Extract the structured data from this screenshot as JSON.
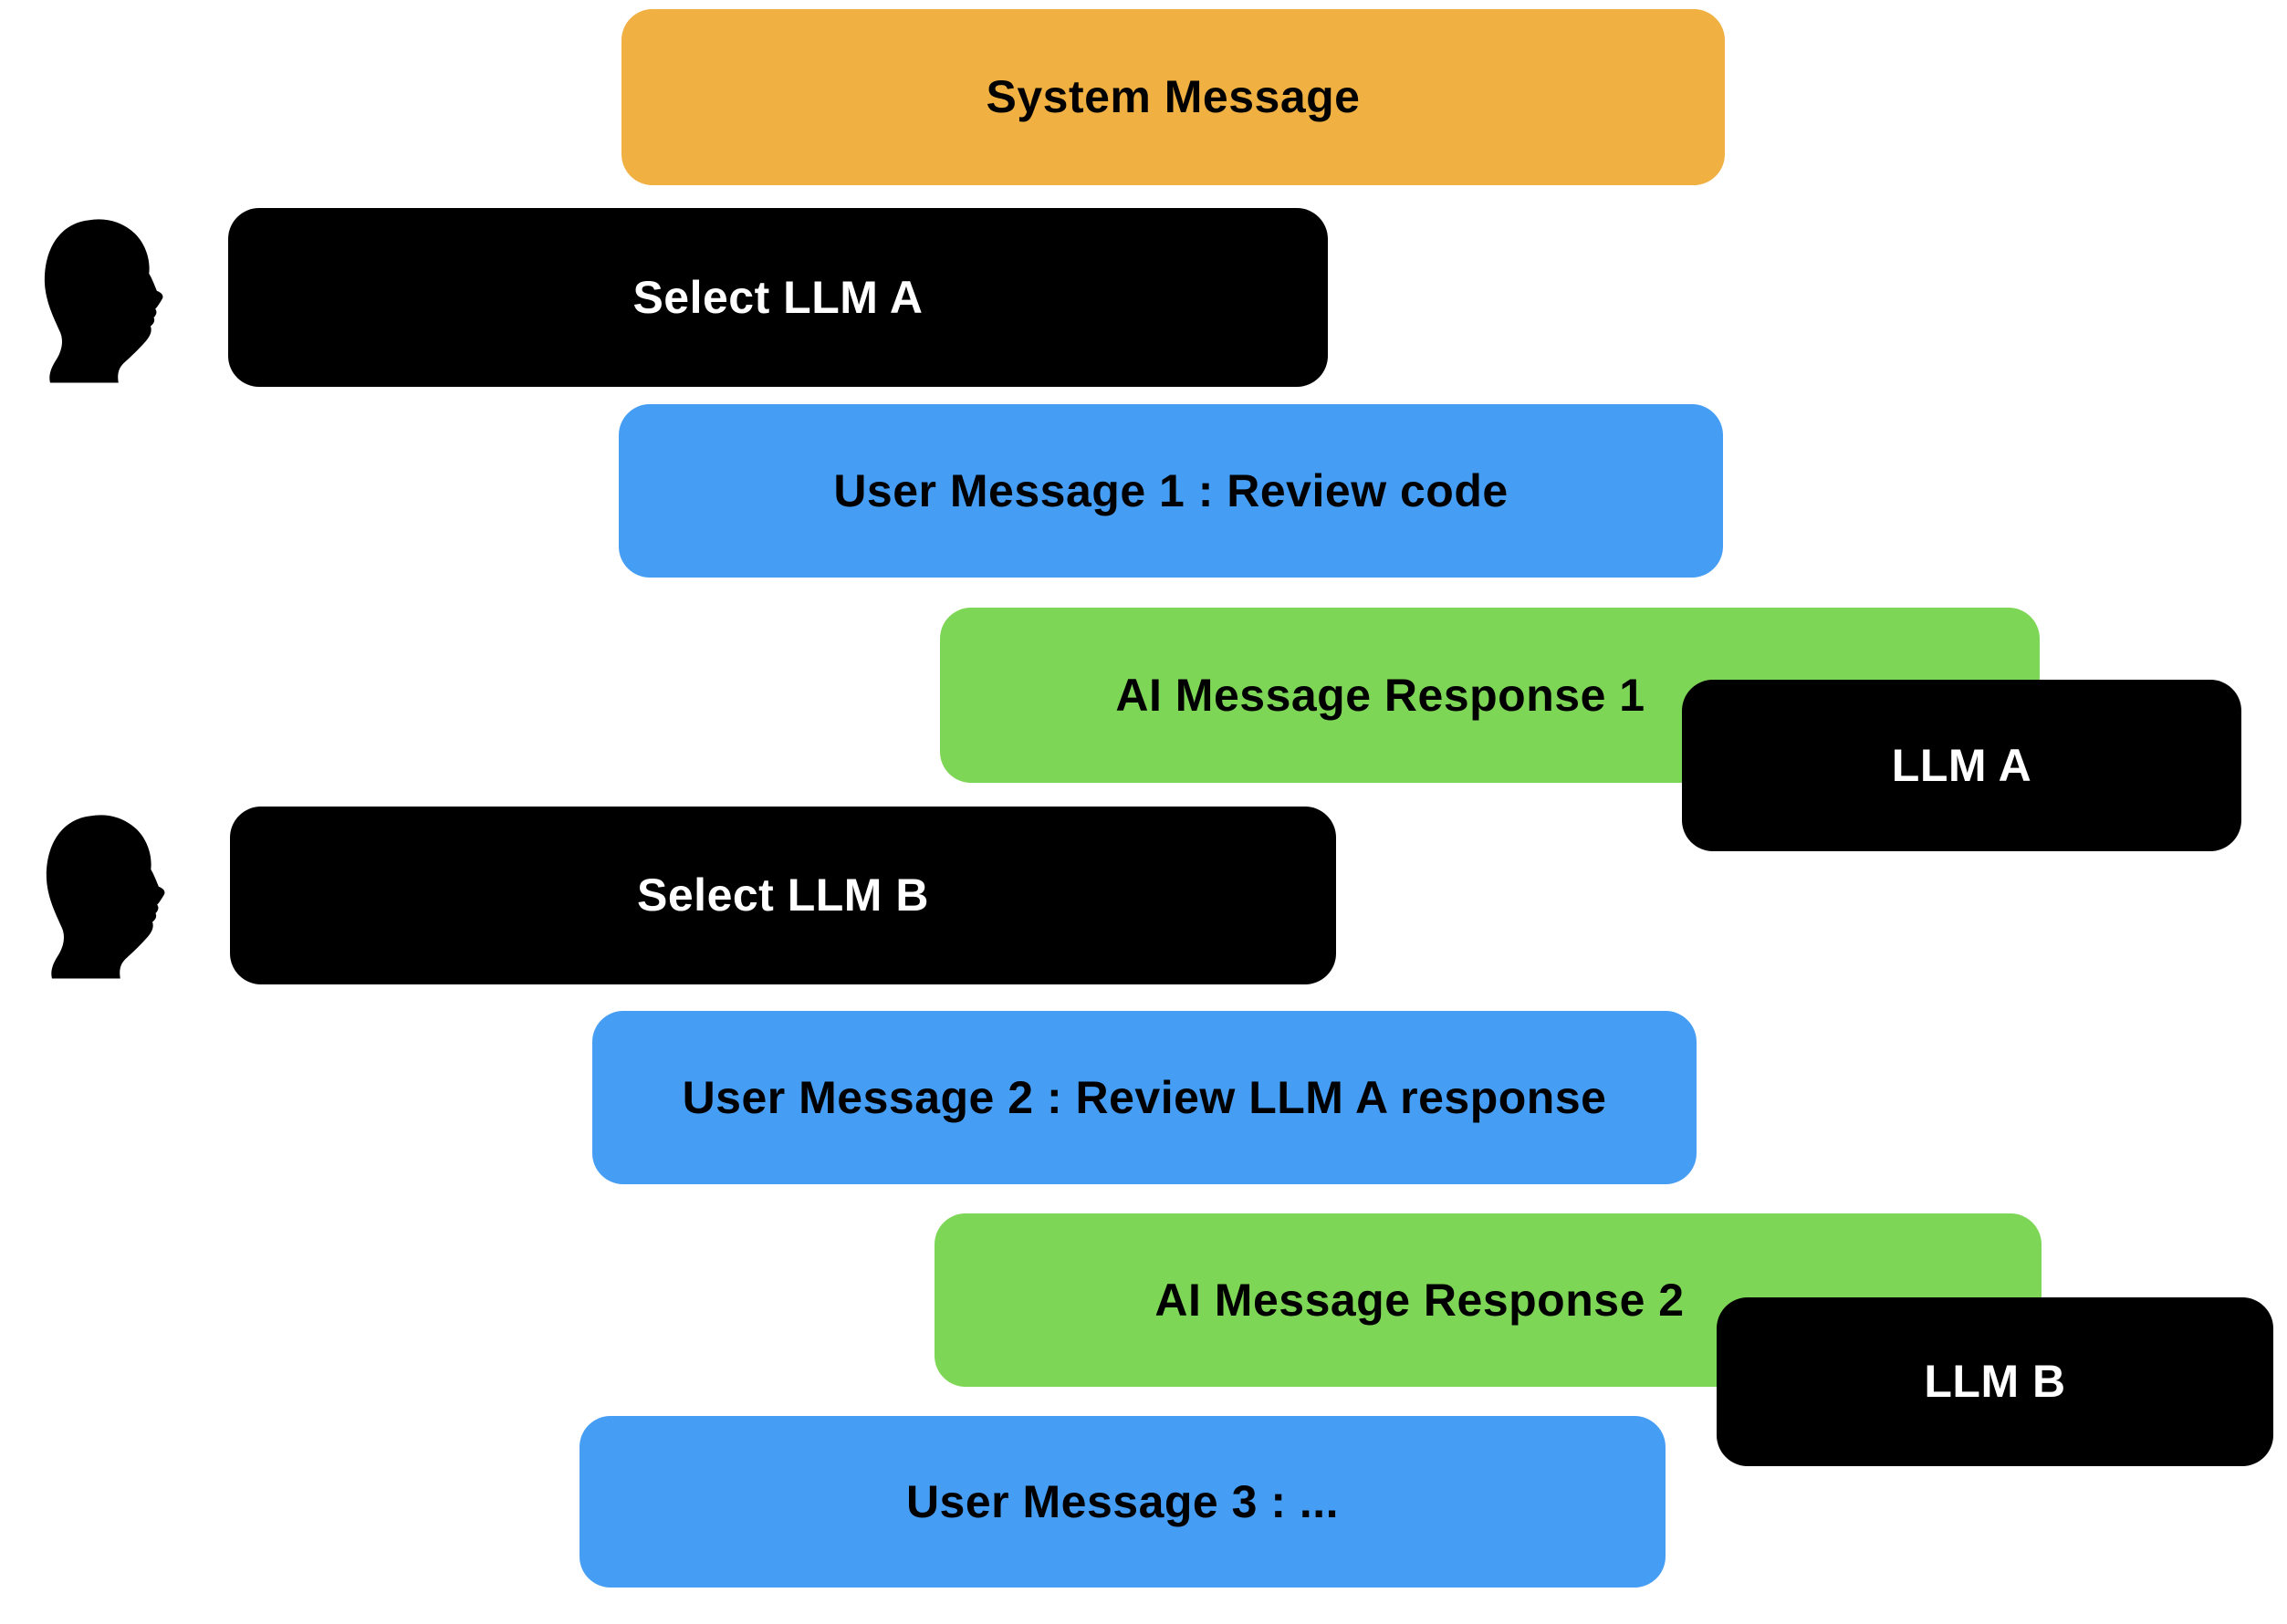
{
  "diagram": {
    "background_color": "#FFFFFF",
    "palette": {
      "system": "#F0B042",
      "user": "#459DF4",
      "ai": "#7ED657",
      "action_and_badge": "#000000",
      "dark_text": "#000000",
      "light_text": "#FFFFFF"
    },
    "nodes": [
      {
        "id": "system-message",
        "label": "System Message",
        "role": "system",
        "color": "#F0B042",
        "text_color": "#000000"
      },
      {
        "id": "select-llm-a",
        "label": "Select LLM A",
        "role": "action",
        "color": "#000000",
        "text_color": "#FFFFFF"
      },
      {
        "id": "user-message-1",
        "label": "User Message 1 : Review code",
        "role": "user",
        "color": "#459DF4",
        "text_color": "#000000"
      },
      {
        "id": "ai-response-1",
        "label": "AI Message Response 1",
        "role": "ai",
        "color": "#7ED657",
        "text_color": "#000000"
      },
      {
        "id": "llm-a-badge",
        "label": "LLM A",
        "role": "badge",
        "color": "#000000",
        "text_color": "#FFFFFF"
      },
      {
        "id": "select-llm-b",
        "label": "Select LLM B",
        "role": "action",
        "color": "#000000",
        "text_color": "#FFFFFF"
      },
      {
        "id": "user-message-2",
        "label": "User Message 2 : Review LLM A response",
        "role": "user",
        "color": "#459DF4",
        "text_color": "#000000"
      },
      {
        "id": "ai-response-2",
        "label": "AI Message Response 2",
        "role": "ai",
        "color": "#7ED657",
        "text_color": "#000000"
      },
      {
        "id": "llm-b-badge",
        "label": "LLM B",
        "role": "badge",
        "color": "#000000",
        "text_color": "#FFFFFF"
      },
      {
        "id": "user-message-3",
        "label": "User Message 3 : ...",
        "role": "user",
        "color": "#459DF4",
        "text_color": "#000000"
      }
    ],
    "icons": [
      {
        "name": "human-head-profile-icon",
        "color": "#000000"
      },
      {
        "name": "human-head-profile-icon",
        "color": "#000000"
      }
    ]
  }
}
